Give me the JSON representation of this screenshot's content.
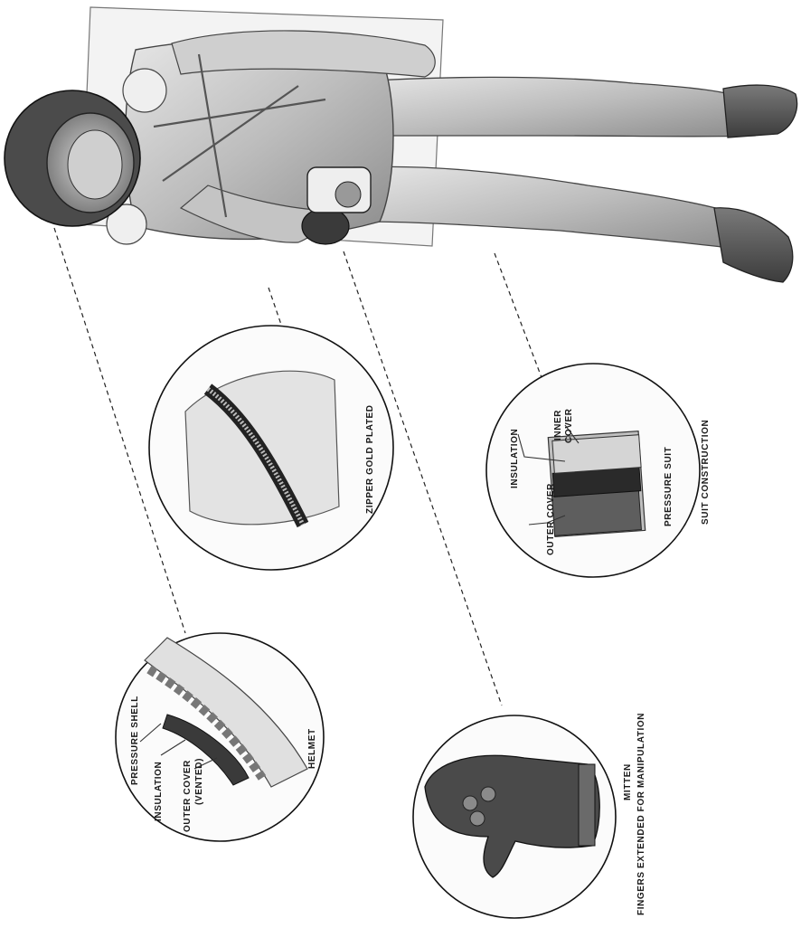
{
  "diagram": {
    "subject": "astronaut pressure suit cutaway illustration",
    "callouts": {
      "zipper": {
        "label": "ZIPPER GOLD PLATED"
      },
      "suit_construction": {
        "layers": [
          "INNER",
          "COVER",
          "INSULATION",
          "OUTER COVER",
          "PRESSURE SUIT"
        ],
        "caption": "SUIT CONSTRUCTION"
      },
      "helmet": {
        "layers": [
          "PRESSURE SHELL",
          "INSULATION",
          "OUTER COVER",
          "(VENTED)"
        ],
        "caption": "HELMET"
      },
      "mitten": {
        "title": "MITTEN",
        "caption": "FINGERS EXTENDED FOR MANIPULATION"
      }
    }
  },
  "colors": {
    "ink": "#1a1a1a",
    "suit_light": "#d9d9d9",
    "suit_mid": "#a8a8a8",
    "suit_dark": "#555555",
    "paper": "#ffffff"
  }
}
